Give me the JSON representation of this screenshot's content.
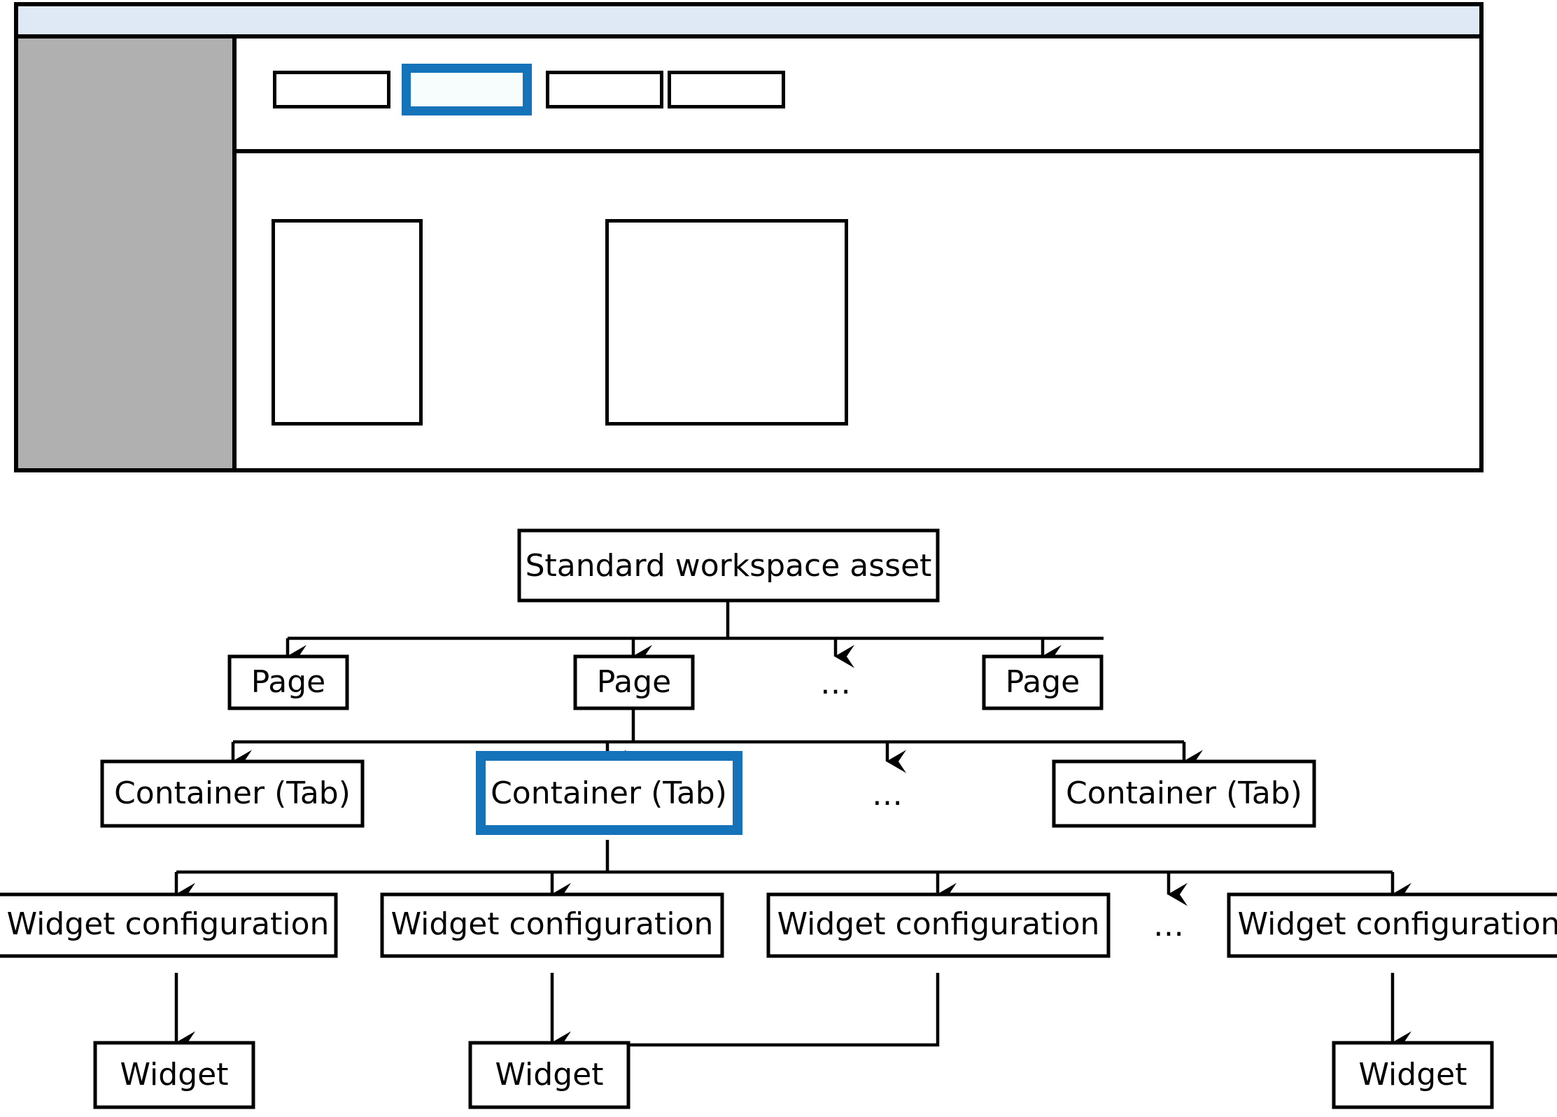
{
  "mockup": {
    "name": "workspace-asset-wireframe",
    "topbar": {
      "label": "",
      "color": "#dfe9f5"
    },
    "sidebar": {
      "label": "",
      "color": "#b0b0b0"
    },
    "tabs": [
      {
        "label": "",
        "selected": false
      },
      {
        "label": "",
        "selected": true
      },
      {
        "label": "",
        "selected": false
      },
      {
        "label": "",
        "selected": false
      }
    ],
    "widgets": [
      {
        "label": ""
      },
      {
        "label": ""
      }
    ],
    "accent_color": "#1473b9",
    "outline_color": "#000000"
  },
  "diagram": {
    "type": "tree",
    "accent_color": "#1473b9",
    "levels": [
      {
        "name": "asset",
        "nodes": [
          {
            "label": "Standard workspace asset",
            "selected": false
          }
        ]
      },
      {
        "name": "pages",
        "nodes": [
          {
            "label": "Page",
            "selected": false
          },
          {
            "label": "Page",
            "selected": false
          },
          {
            "label": "…",
            "ellipsis": true
          },
          {
            "label": "Page",
            "selected": false
          }
        ]
      },
      {
        "name": "containers",
        "nodes": [
          {
            "label": "Container (Tab)",
            "selected": false
          },
          {
            "label": "Container (Tab)",
            "selected": true
          },
          {
            "label": "…",
            "ellipsis": true
          },
          {
            "label": "Container (Tab)",
            "selected": false
          }
        ]
      },
      {
        "name": "widget-configurations",
        "nodes": [
          {
            "label": "Widget configuration",
            "selected": false
          },
          {
            "label": "Widget configuration",
            "selected": false
          },
          {
            "label": "Widget configuration",
            "selected": false
          },
          {
            "label": "…",
            "ellipsis": true
          },
          {
            "label": "Widget configuration",
            "selected": false
          }
        ]
      },
      {
        "name": "widgets",
        "nodes": [
          {
            "label": "Widget",
            "selected": false
          },
          {
            "label": "Widget",
            "selected": false
          },
          {
            "label": "Widget",
            "selected": false
          }
        ]
      }
    ]
  }
}
